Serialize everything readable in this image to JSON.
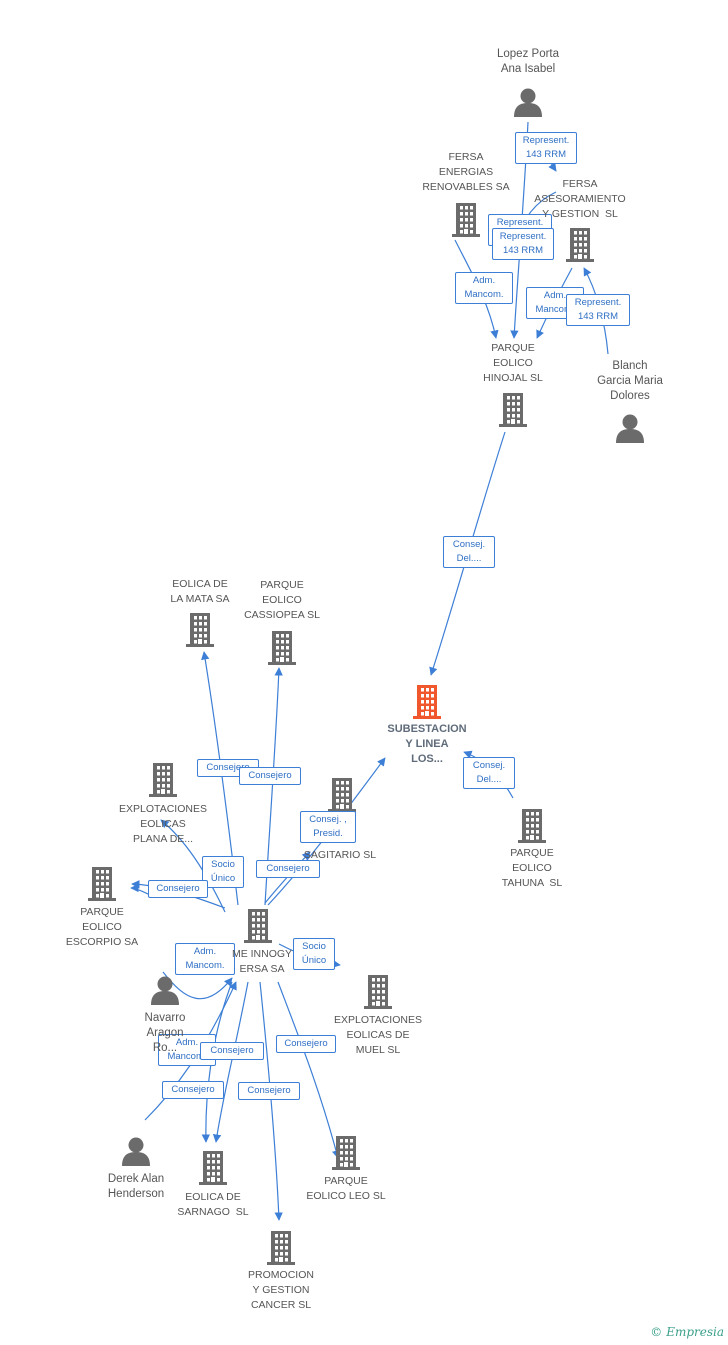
{
  "colors": {
    "edge": "#3d7fd6",
    "node": "#6b6b6b",
    "focus": "#f0572d"
  },
  "nodes": [
    {
      "id": "lopez",
      "type": "person",
      "label": "Lopez Porta\nAna Isabel"
    },
    {
      "id": "fersa_er",
      "type": "company",
      "label": "FERSA\nENERGIAS\nRENOVABLES SA"
    },
    {
      "id": "fersa_ag",
      "type": "company",
      "label": "FERSA\nASESORAMIENTO\nY GESTION  SL"
    },
    {
      "id": "blanch",
      "type": "person",
      "label": "Blanch\nGarcia Maria\nDolores"
    },
    {
      "id": "hinojal",
      "type": "company",
      "label": "PARQUE\nEOLICO\nHINOJAL SL"
    },
    {
      "id": "subestacion",
      "type": "focus",
      "label": "SUBESTACION\nY LINEA\nLOS..."
    },
    {
      "id": "tahuna",
      "type": "company",
      "label": "PARQUE\nEOLICO\nTAHUNA  SL"
    },
    {
      "id": "lamata",
      "type": "company",
      "label": "EOLICA DE\nLA MATA SA"
    },
    {
      "id": "cassiopea",
      "type": "company",
      "label": "PARQUE\nEOLICO\nCASSIOPEA SL"
    },
    {
      "id": "plana",
      "type": "company",
      "label": "EXPLOTACIONES\nEOLICAS\nPLANA DE..."
    },
    {
      "id": "sagitario",
      "type": "company",
      "label": "SAGITARIO SL"
    },
    {
      "id": "escorpio",
      "type": "company",
      "label": "PARQUE\nEOLICO\nESCORPIO SA"
    },
    {
      "id": "innogy",
      "type": "company",
      "label": "ME INNOGY\nERSA SA"
    },
    {
      "id": "navarro",
      "type": "person",
      "label": "Navarro\nAragon\nRo..."
    },
    {
      "id": "muel",
      "type": "company",
      "label": "EXPLOTACIONES\nEOLICAS DE\nMUEL SL"
    },
    {
      "id": "derek",
      "type": "person",
      "label": "Derek Alan\nHenderson"
    },
    {
      "id": "sarnago",
      "type": "company",
      "label": "EOLICA DE\nSARNAGO  SL"
    },
    {
      "id": "leo",
      "type": "company",
      "label": "PARQUE\nEOLICO LEO SL"
    },
    {
      "id": "cancer",
      "type": "company",
      "label": "PROMOCION\nY GESTION\nCANCER SL"
    }
  ],
  "edge_labels": [
    "Represent.\n143 RRM",
    "Represent.\n143 RRM",
    "Adm.\nMancom.",
    "Adm.\nMancom.",
    "Represent.\n143 RRM",
    "Represent.\n143 RRM",
    "Consej.\nDel....",
    "Consej.\nDel....",
    "Consejero",
    "Consejero",
    "Consej. ,\nPresid.",
    "Socio\nÚnico",
    "Consejero",
    "Consejero",
    "Consejero",
    "Socio\nÚnico",
    "Adm.\nMancom.",
    "Adm.\nMancom.",
    "Consejero",
    "Consejero",
    "Consejero",
    "Consejero"
  ],
  "footer": {
    "copyright": "©",
    "brand": "Empresia"
  }
}
